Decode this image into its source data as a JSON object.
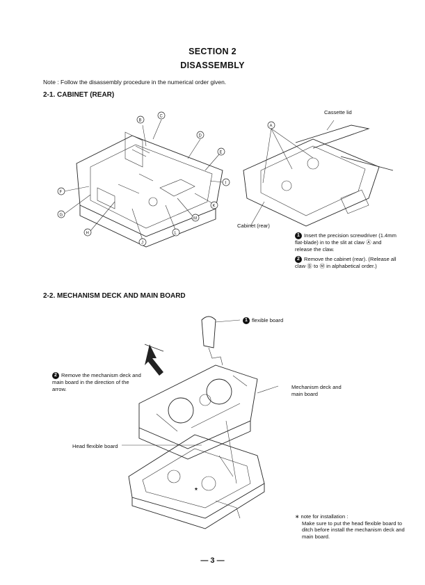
{
  "header": {
    "section": "SECTION 2",
    "title": "DISASSEMBLY"
  },
  "note": "Note : Follow the disassembly procedure in the numerical order given.",
  "section1": {
    "heading": "2-1. CABINET (REAR)",
    "left_callouts": [
      "Ⓑ",
      "Ⓒ",
      "Ⓓ",
      "Ⓔ",
      "Ⓘ",
      "Ⓚ",
      "Ⓜ",
      "Ⓛ",
      "Ⓙ",
      "Ⓗ",
      "Ⓖ",
      "Ⓕ"
    ],
    "right_callout": "Ⓐ",
    "label_cassette_lid": "Cassette lid",
    "label_cabinet_rear": "Cabinet (rear)",
    "step1_num": "1",
    "step1_text": "Insert the precision screwdriver (1.4mm flat-blade) in to the slit at claw Ⓐ and release the claw.",
    "step2_num": "2",
    "step2_text": "Remove the cabinet (rear). (Release all claw Ⓑ to Ⓜ in alphabetical order.)"
  },
  "section2": {
    "heading": "2-2. MECHANISM DECK AND MAIN BOARD",
    "step1_num": "1",
    "label_flexible_board": "flexible board",
    "step2_num": "2",
    "step2_text": "Remove the mechanism deck and main board in the direction of the arrow.",
    "label_mech_deck": "Mechanism deck and main board",
    "label_head_flex": "Head flexible board",
    "star": "*",
    "install_note_title": "∗  note for installation :",
    "install_note_text": "Make sure to put the head flexible board to ditch before install the mechanism deck and main board."
  },
  "footer": {
    "page": "— 3 —"
  }
}
